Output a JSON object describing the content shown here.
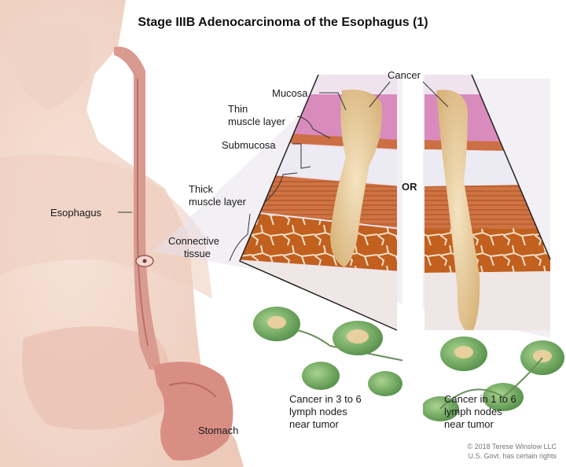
{
  "title": "Stage IIIB Adenocarcinoma of the Esophagus (1)",
  "labels": {
    "mucosa": "Mucosa",
    "thin_muscle_1": "Thin",
    "thin_muscle_2": "muscle layer",
    "submucosa": "Submucosa",
    "thick_muscle_1": "Thick",
    "thick_muscle_2": "muscle layer",
    "connective_1": "Connective",
    "connective_2": "tissue",
    "esophagus": "Esophagus",
    "stomach": "Stomach",
    "cancer": "Cancer",
    "or": "OR"
  },
  "captions": {
    "left": [
      "Cancer in 3 to 6",
      "lymph nodes",
      "near tumor"
    ],
    "right": [
      "Cancer in 1 to 6",
      "lymph nodes",
      "near tumor"
    ]
  },
  "credit": [
    "© 2018 Terese Winslow LLC",
    "U.S. Govt. has certain rights"
  ],
  "colors": {
    "skin": "#f2d9cc",
    "esophagus": "#d98f86",
    "mucosa": "#d68fb5",
    "muscle": "#c96a3a",
    "connective": "#b85a22",
    "tumor": "#e8cfa0",
    "lymph_node": "#7db36a"
  }
}
